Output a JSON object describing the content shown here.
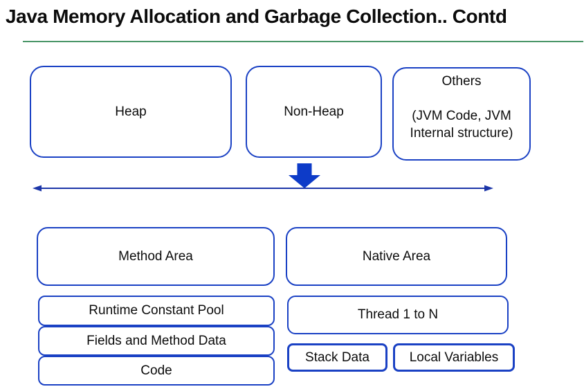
{
  "slide": {
    "title": "Java Memory Allocation and Garbage Collection.. Contd"
  },
  "memory_overview": {
    "heap_label": "Heap",
    "non_heap_label": "Non-Heap",
    "others_title": "Others",
    "others_detail": "(JVM Code, JVM Internal structure)"
  },
  "non_heap_detail": {
    "method_area_label": "Method Area",
    "native_area_label": "Native Area",
    "method_area_parts": [
      "Runtime Constant Pool",
      "Fields and Method Data",
      "Code"
    ],
    "thread_label": "Thread 1 to N",
    "thread_parts": [
      "Stack Data",
      "Local Variables"
    ]
  },
  "icons": {
    "down_arrow": "solid-down-arrow",
    "span_arrow": "double-headed-horizontal-arrow"
  },
  "colors": {
    "box_border_blue": "#1a41c4",
    "arrow_fill_blue": "#0d3bc8",
    "span_arrow_navy": "#1b35a8",
    "title_underline_green": "#4a9668",
    "text": "#0b0b0b",
    "background": "#ffffff"
  }
}
